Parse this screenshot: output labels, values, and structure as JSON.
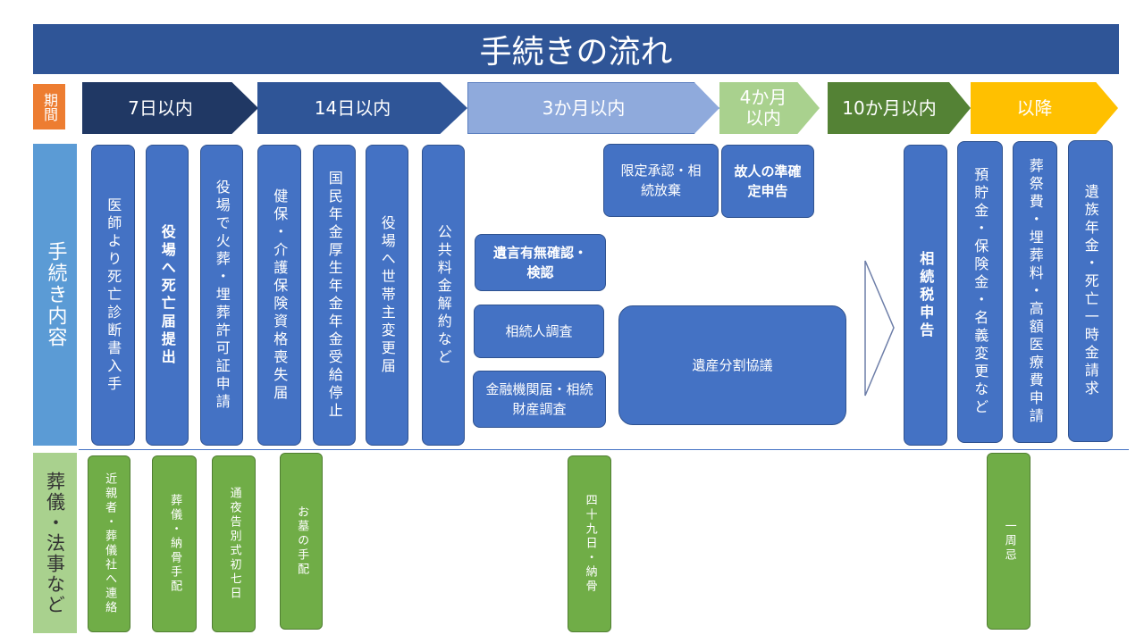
{
  "title": "手続きの流れ",
  "labels": {
    "period": "期間",
    "procedures": "手続き内容",
    "funeral": "葬儀・法事など"
  },
  "periods": [
    {
      "label": "7日以内",
      "color": "#203864"
    },
    {
      "label": "14日以内",
      "color": "#2f5597"
    },
    {
      "label": "3か月以内",
      "color": "#8faadc"
    },
    {
      "label": "4か月以内",
      "color": "#a9d18e"
    },
    {
      "label": "10か月以内",
      "color": "#548235"
    },
    {
      "label": "以降",
      "color": "#ffc000"
    }
  ],
  "procedures": {
    "death_certificate": "医師より死亡診断書入手",
    "death_notice": "役場へ死亡届提出",
    "cremation_permit": "役場で火葬・埋葬許可証申請",
    "insurance_loss": "健保・介護保険資格喪失届",
    "pension_stop": "国民年金厚生年金年金受給停止",
    "household_change": "役場へ世帯主変更届",
    "utilities": "公共料金解約など",
    "will_check": "遺言有無確認・検認",
    "heir_survey": "相続人調査",
    "financial_survey": "金融機関届・相続財産調査",
    "limited_approval": "限定承認・相続放棄",
    "final_tax_return": "故人の準確定申告",
    "estate_division": "遺産分割協議",
    "inheritance_tax": "相続税申告",
    "deposit_name_change": "預貯金・保険金・名義変更など",
    "funeral_cost_claim": "葬祭費・埋葬料・高額医療費申請",
    "survivor_pension": "遺族年金・死亡一時金請求"
  },
  "funeral": {
    "contact": "近親者・葬儀社へ連絡",
    "arrangement": "葬儀・納骨手配",
    "wake": "通夜告別式初七日",
    "grave": "お墓の手配",
    "forty_ninth": "四十九日・納骨",
    "first_anniversary": "一周忌"
  }
}
